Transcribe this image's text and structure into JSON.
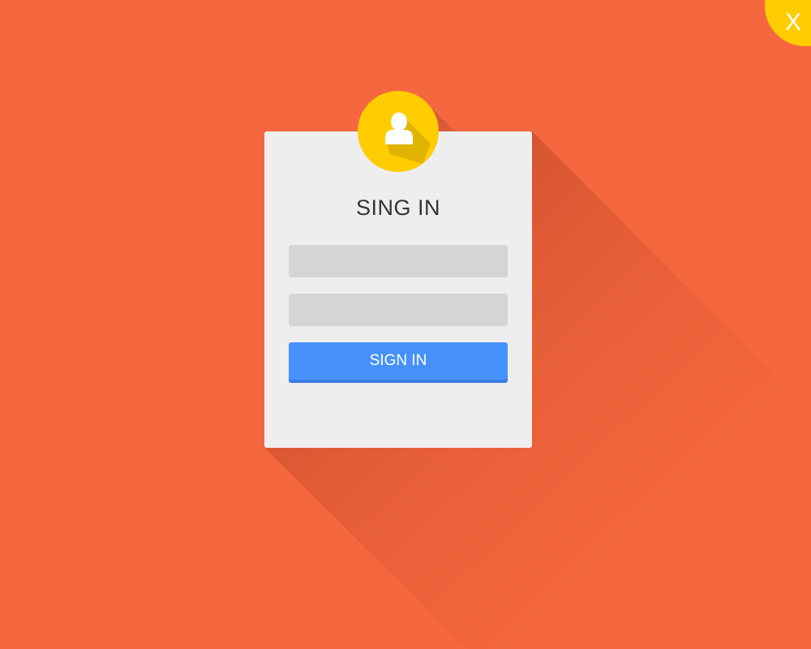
{
  "window": {
    "close_label": "X"
  },
  "login": {
    "title": "SING IN",
    "username_value": "",
    "username_placeholder": "",
    "password_value": "",
    "password_placeholder": "",
    "submit_label": "SIGN IN"
  },
  "icons": {
    "avatar": "user-icon",
    "close": "close-icon"
  },
  "colors": {
    "background": "#f5673e",
    "accent_yellow": "#ffcc00",
    "card": "#eeeeee",
    "input": "#d5d5d5",
    "button": "#4791fc",
    "title_text": "#333333"
  }
}
